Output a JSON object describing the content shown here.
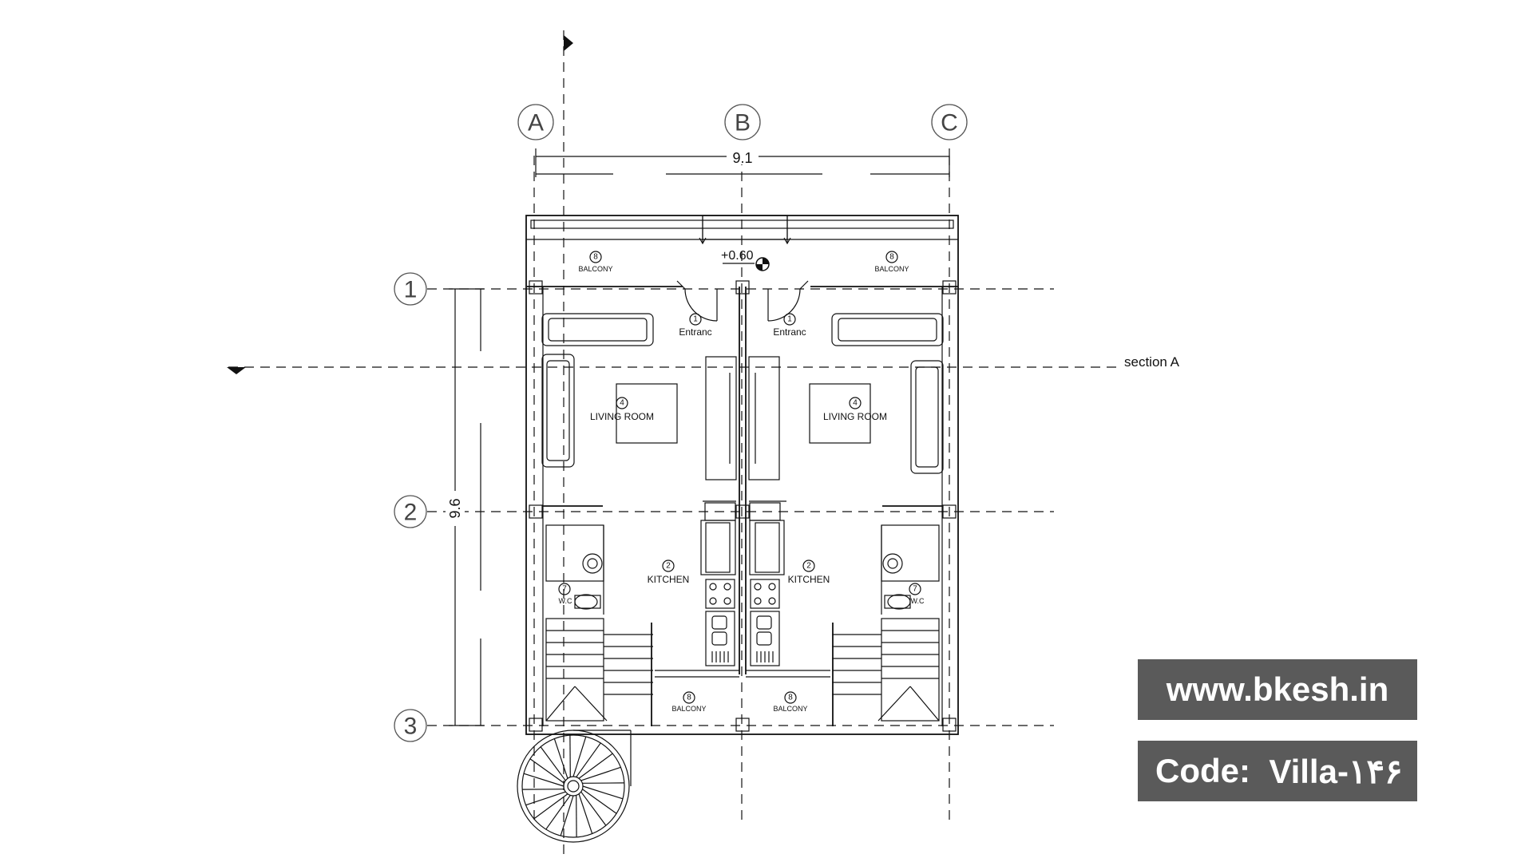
{
  "grid": {
    "columns": [
      "A",
      "B",
      "C"
    ],
    "rows": [
      "1",
      "2",
      "3"
    ]
  },
  "dimensions": {
    "width": "9.1",
    "depth": "9.6"
  },
  "level": "+0.60",
  "section_label": "section A",
  "rooms": {
    "balcony_left": {
      "num": "8",
      "name": "BALCONY"
    },
    "balcony_right": {
      "num": "8",
      "name": "BALCONY"
    },
    "entrance_left": {
      "num": "1",
      "name": "Entranc"
    },
    "entrance_right": {
      "num": "1",
      "name": "Entranc"
    },
    "living_left": {
      "num": "4",
      "name": "LIVING ROOM"
    },
    "living_right": {
      "num": "4",
      "name": "LIVING ROOM"
    },
    "kitchen_left": {
      "num": "2",
      "name": "KITCHEN"
    },
    "kitchen_right": {
      "num": "2",
      "name": "KITCHEN"
    },
    "wc_left": {
      "num": "7",
      "name": "W.C"
    },
    "wc_right": {
      "num": "7",
      "name": "W.C"
    },
    "balcony_rear_left": {
      "num": "8",
      "name": "BALCONY"
    },
    "balcony_rear_right": {
      "num": "8",
      "name": "BALCONY"
    }
  },
  "watermark": {
    "url": "www.bkesh.in",
    "code_label": "Code:",
    "code_value": "Villa-۱۴۶"
  },
  "colors": {
    "badge_background": "#5a5a5a",
    "badge_text": "#ffffff",
    "line": "#111111"
  }
}
